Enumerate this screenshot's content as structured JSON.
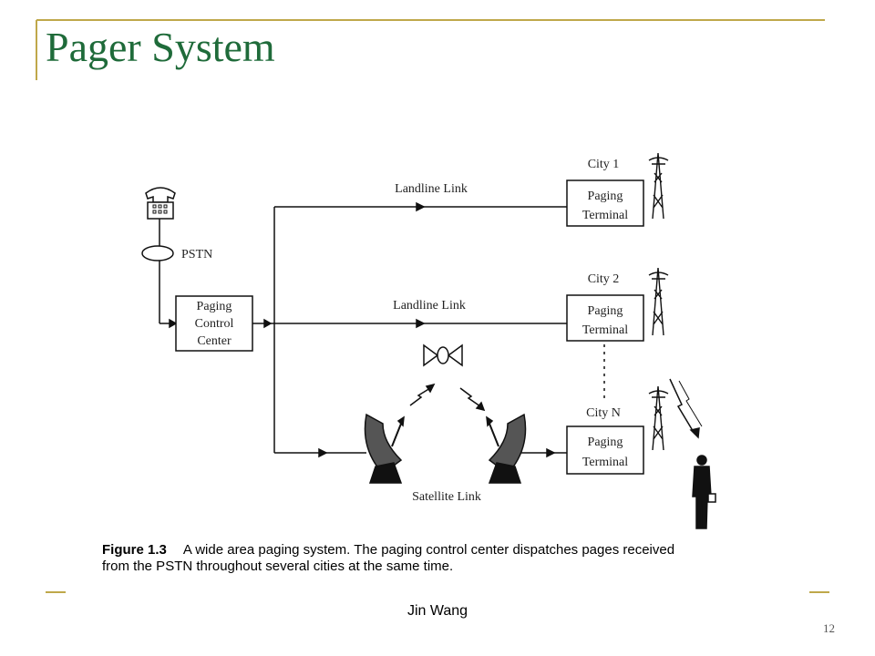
{
  "slide": {
    "title": "Pager System",
    "author": "Jin Wang",
    "page_number": "12",
    "accent_color": "#bfa84a",
    "title_color": "#1f6b3a"
  },
  "diagram": {
    "pstn": "PSTN",
    "control_center": [
      "Paging",
      "Control",
      "Center"
    ],
    "landline_link_1": "Landline Link",
    "landline_link_2": "Landline Link",
    "satellite_link": "Satellite Link",
    "cities": [
      {
        "name": "City 1",
        "terminal": [
          "Paging",
          "Terminal"
        ]
      },
      {
        "name": "City 2",
        "terminal": [
          "Paging",
          "Terminal"
        ]
      },
      {
        "name": "City N",
        "terminal": [
          "Paging",
          "Terminal"
        ]
      }
    ],
    "caption": {
      "label": "Figure 1.3",
      "line1": "A wide area paging system. The paging control center dispatches pages received",
      "line2": "from the PSTN throughout several cities at the same time."
    }
  }
}
